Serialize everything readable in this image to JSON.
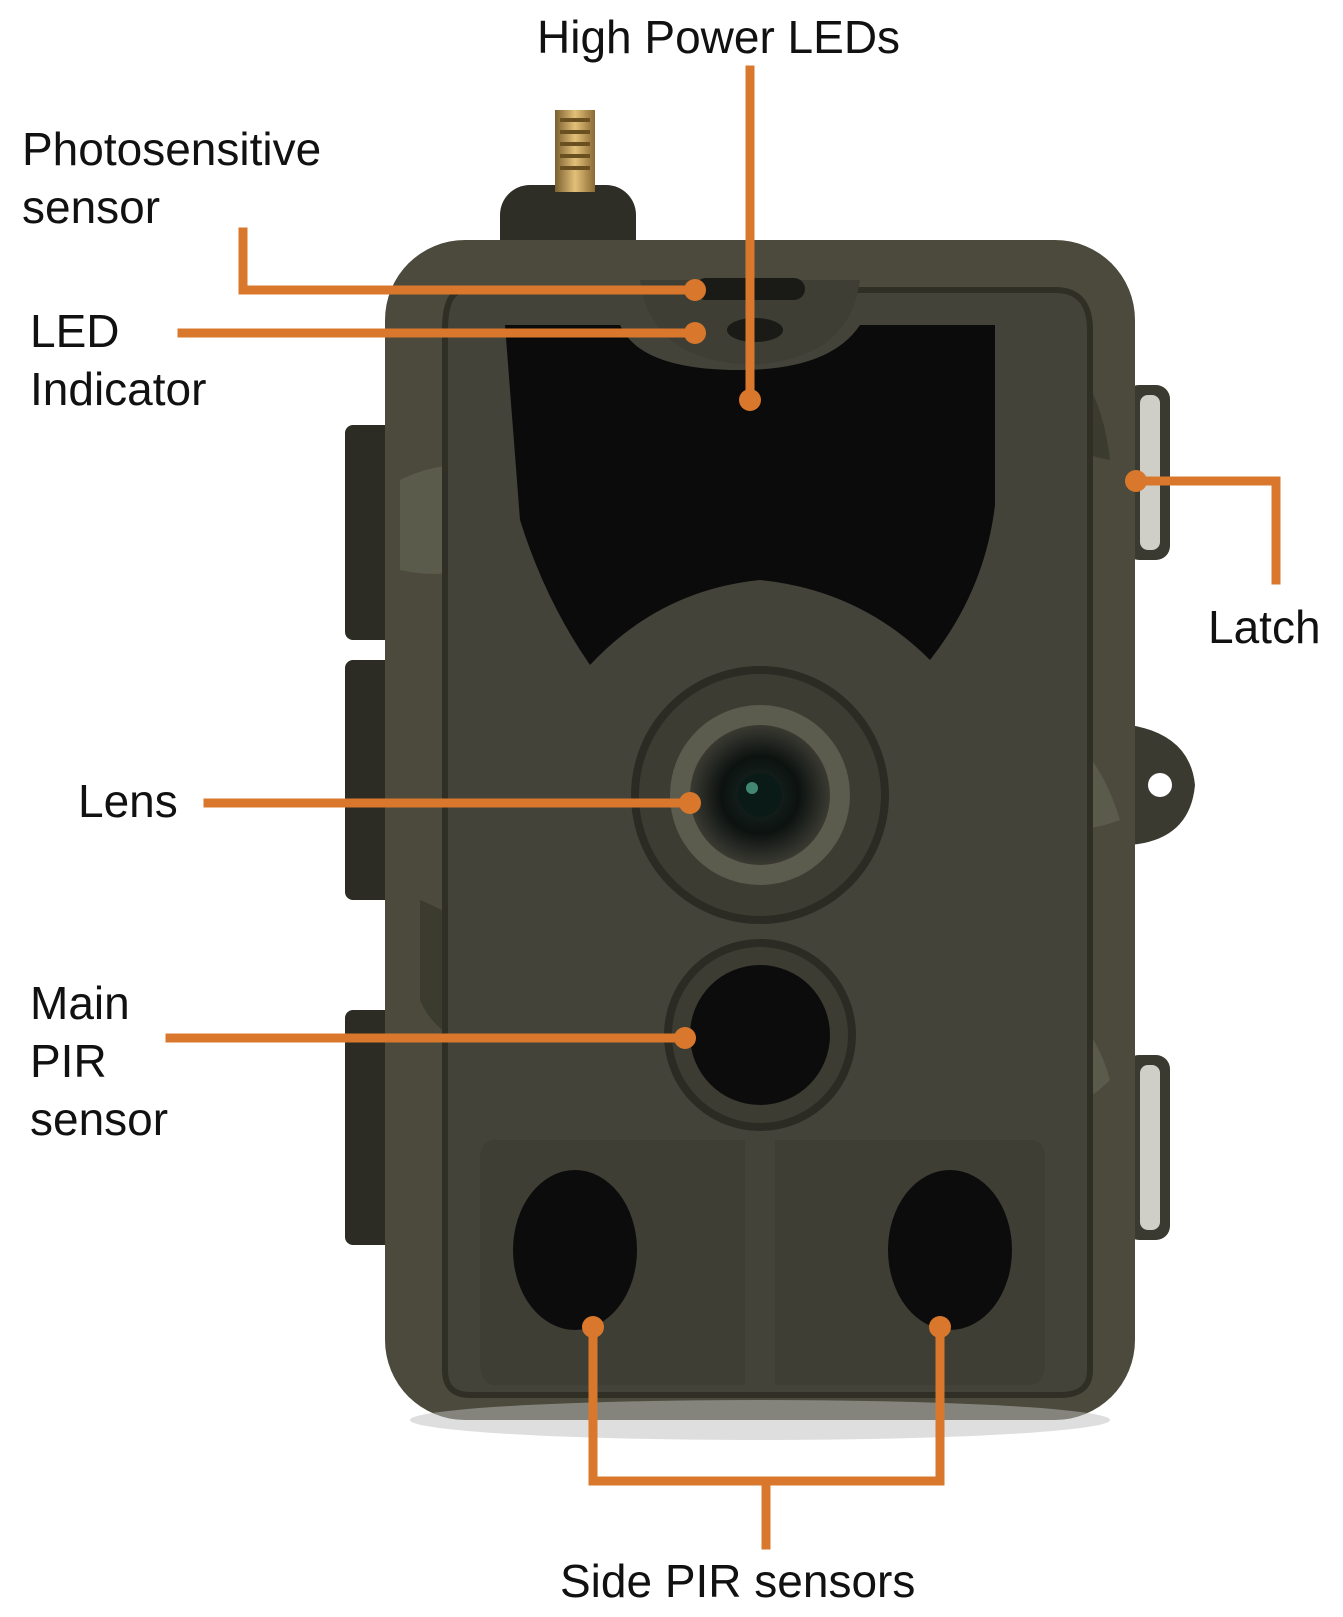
{
  "callouts": {
    "high_power_leds": {
      "lines": [
        "High Power LEDs"
      ]
    },
    "photosensitive_sensor": {
      "lines": [
        "Photosensitive",
        "sensor"
      ]
    },
    "led_indicator": {
      "lines": [
        "LED",
        "Indicator"
      ]
    },
    "latch": {
      "lines": [
        "Latch"
      ]
    },
    "lens": {
      "lines": [
        "Lens"
      ]
    },
    "main_pir_sensor": {
      "lines": [
        "Main",
        "PIR",
        "sensor"
      ]
    },
    "side_pir_sensors": {
      "lines": [
        "Side PIR sensors"
      ]
    }
  },
  "colors": {
    "leader_line": "#d9782c",
    "label_text": "#111111",
    "camo_base": "#4b4a3c",
    "camo_dark": "#2f2f26",
    "camo_light": "#6a6a58",
    "window": "#0b0b0b"
  },
  "icons": {
    "device": "trail-camera-illustration",
    "antenna": "antenna-icon"
  }
}
